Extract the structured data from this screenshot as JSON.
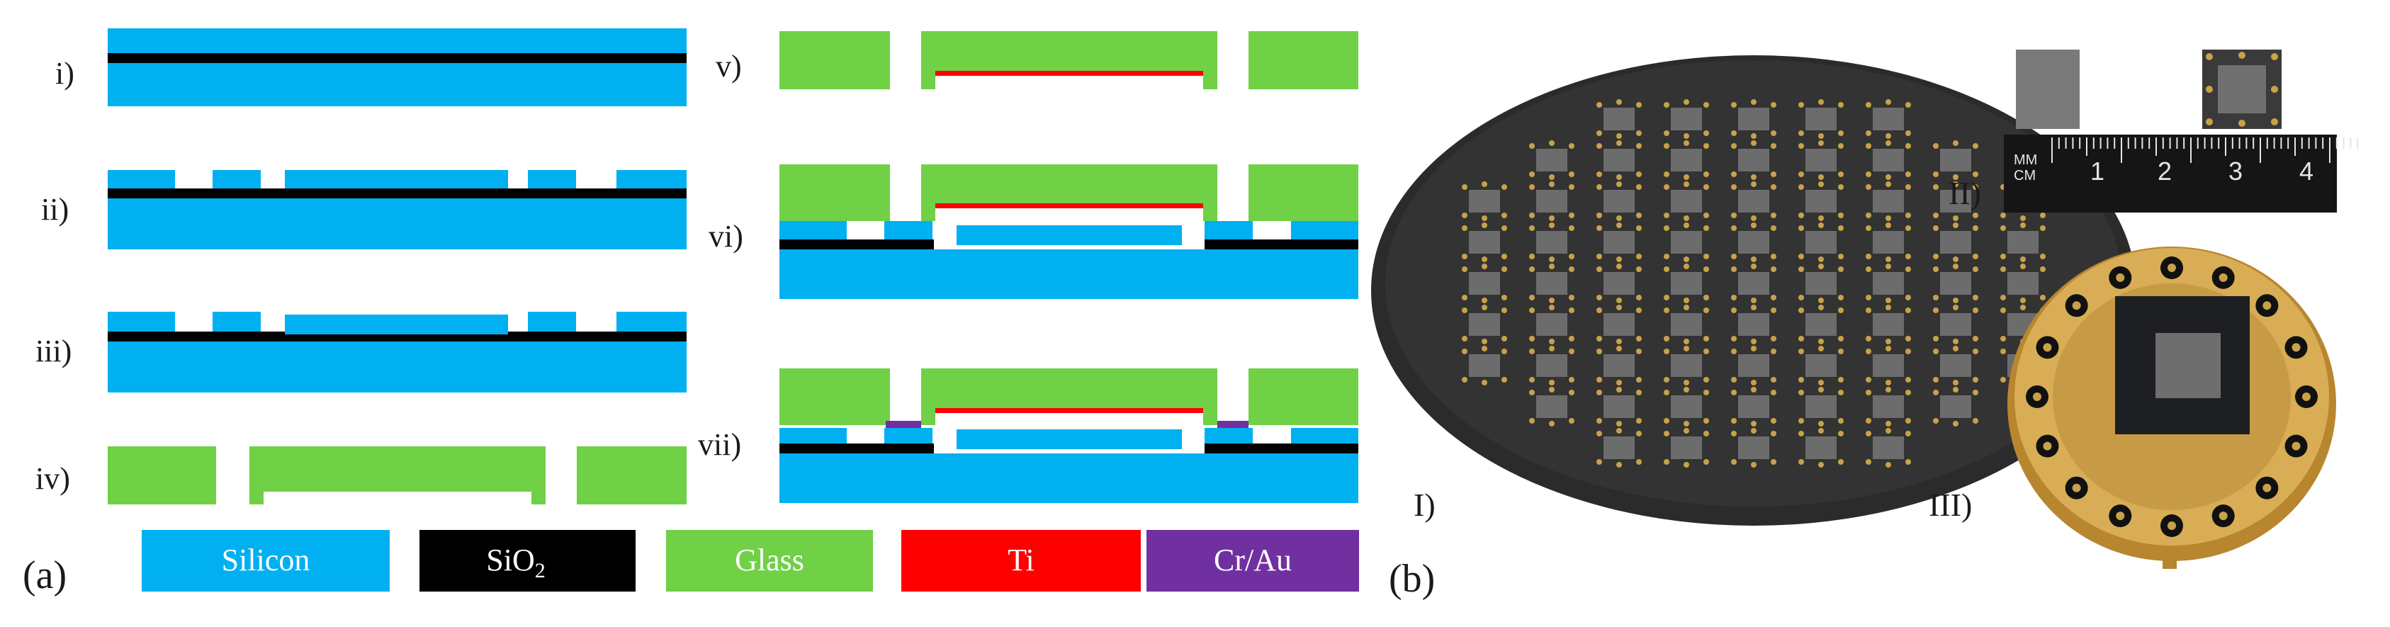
{
  "colors": {
    "silicon": "#00B0F0",
    "sio2": "#000000",
    "glass": "#70D046",
    "ti": "#FF0000",
    "crau": "#7030A0",
    "wafer": "#2a2a2a",
    "gold": "#c9a14a"
  },
  "steps": [
    "i)",
    "ii)",
    "iii)",
    "iv)",
    "v)",
    "vi)",
    "vii)"
  ],
  "panel_a": {
    "label": "(a)"
  },
  "panel_b": {
    "label": "(b)",
    "photo_labels": [
      "I)",
      "II)",
      "III)"
    ]
  },
  "legend": {
    "silicon": "Silicon",
    "sio2_main": "SiO",
    "sio2_sub": "2",
    "glass": "Glass",
    "ti": "Ti",
    "crau": "Cr/Au"
  },
  "ruler": {
    "unit_top": "MM",
    "unit_bottom": "CM",
    "numbers": [
      "1",
      "2",
      "3",
      "4"
    ]
  }
}
